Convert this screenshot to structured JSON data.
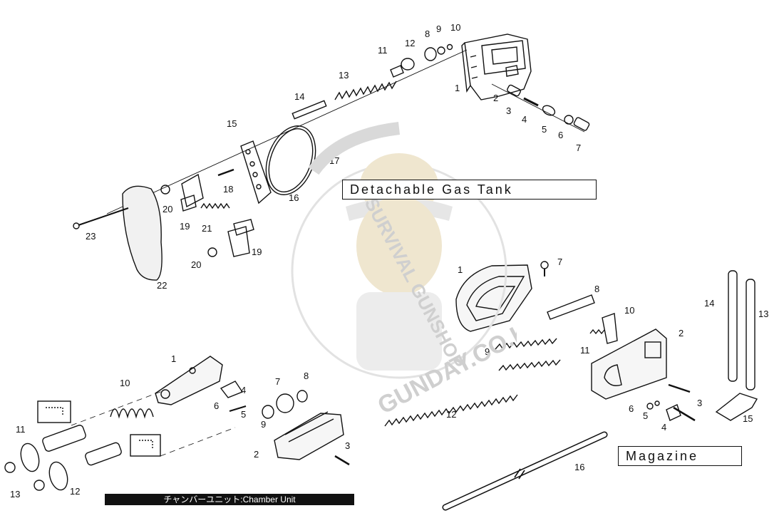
{
  "sections": {
    "gas_tank_title": "Detachable Gas Tank",
    "magazine_title": "Magazine",
    "chamber_title": "チャンバーユニット:Chamber Unit"
  },
  "watermark": {
    "arc_text": "SURVIVAL GUNSHOP",
    "brand": "GUNDAY.CO.KR"
  },
  "labels": {
    "gas_tank": [
      "1",
      "2",
      "3",
      "4",
      "5",
      "6",
      "7",
      "8",
      "9",
      "10",
      "11",
      "12",
      "13",
      "14",
      "15",
      "16",
      "17",
      "18",
      "19",
      "19",
      "20",
      "20",
      "21",
      "22",
      "23"
    ],
    "magazine": [
      "1",
      "2",
      "3",
      "4",
      "5",
      "6",
      "7",
      "8",
      "9",
      "10",
      "11",
      "12",
      "13",
      "14",
      "15",
      "16"
    ],
    "chamber": [
      "1",
      "2",
      "3",
      "4",
      "5",
      "6",
      "7",
      "8",
      "9",
      "10",
      "11",
      "12",
      "13"
    ]
  },
  "colors": {
    "ink": "#111111",
    "watermark": "#d6d6d6",
    "watermark_accent": "#e8dcc0"
  }
}
